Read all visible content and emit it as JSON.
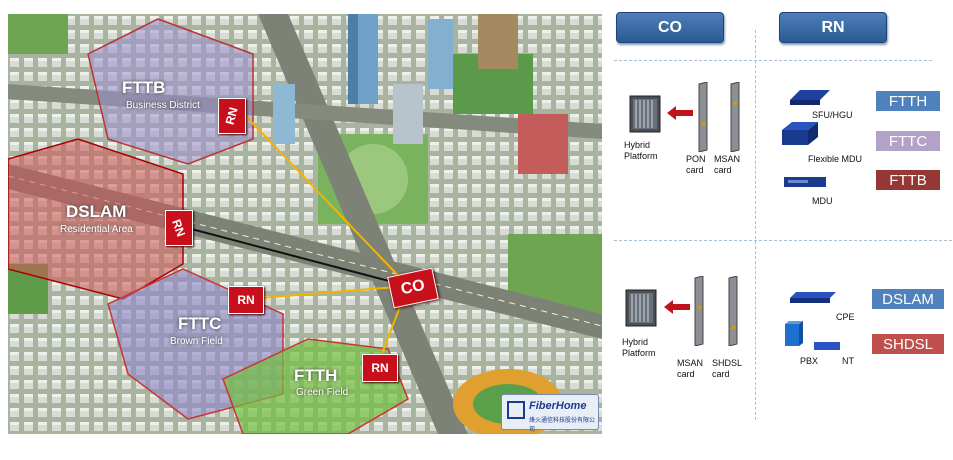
{
  "map": {
    "zones": {
      "fttb": {
        "title": "FTTB",
        "subtitle": "Business District"
      },
      "dslam": {
        "title": "DSLAM",
        "subtitle": "Residential Area"
      },
      "fttc": {
        "title": "FTTC",
        "subtitle": "Brown Field"
      },
      "ftth": {
        "title": "FTTH",
        "subtitle": "Green Field"
      }
    },
    "rn_label": "RN",
    "co_label": "CO",
    "logo": {
      "name": "FiberHome",
      "tagline": "烽火通信科技股份有限公司"
    }
  },
  "panel": {
    "headers": {
      "co": "CO",
      "rn": "RN"
    },
    "top_co": {
      "platform": "Hybrid Platform",
      "card1": "PON card",
      "card2": "MSAN card"
    },
    "top_rn": {
      "dev1": "SFU/HGU",
      "dev2": "Flexible MDU",
      "dev3": "MDU"
    },
    "top_tags": {
      "t1": "FTTH",
      "t2": "FTTC",
      "t3": "FTTB"
    },
    "bottom_co": {
      "platform": "Hybrid Platform",
      "card1": "MSAN card",
      "card2": "SHDSL card"
    },
    "bottom_rn": {
      "dev1": "CPE",
      "dev2": "PBX",
      "dev3": "NT"
    },
    "bottom_tags": {
      "t1": "DSLAM",
      "t2": "SHDSL"
    },
    "colors": {
      "ftth": "#4f81bd",
      "fttc": "#b3a2c7",
      "fttb": "#953735",
      "dslam": "#4f81bd",
      "shdsl": "#c0504d",
      "header": "#2b5a94",
      "rn_box": "#c8101c"
    }
  }
}
